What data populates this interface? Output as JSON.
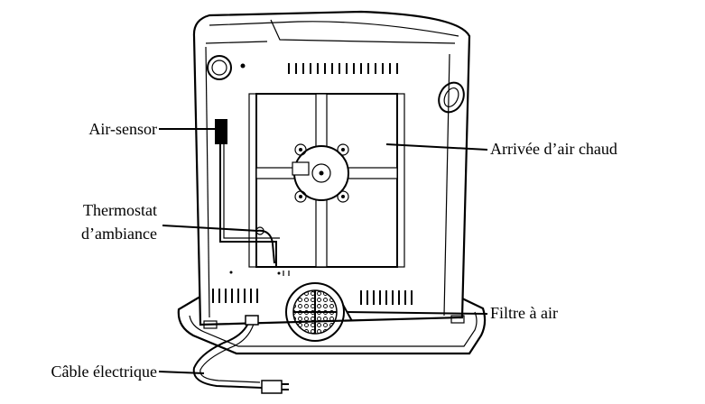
{
  "labels": {
    "air_sensor": "Air-sensor",
    "thermostat_line1": "Thermostat",
    "thermostat_line2": "d’ambiance",
    "warm_air_outlet": "Arrivée d’air chaud",
    "air_filter": "Filtre à air",
    "power_cable": "Câble électrique"
  },
  "colors": {
    "ink": "#000000",
    "background": "#ffffff"
  }
}
